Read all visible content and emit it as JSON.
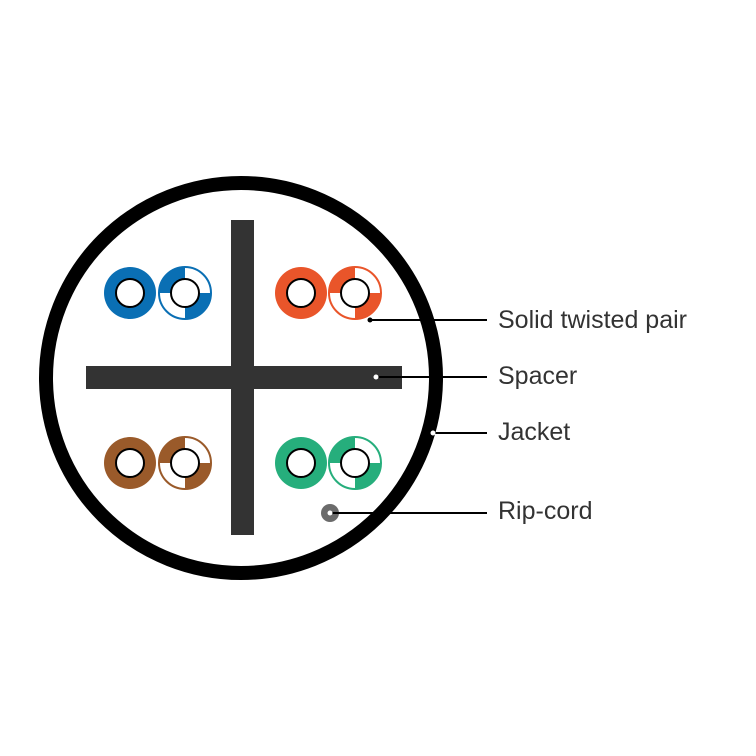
{
  "colors": {
    "jacket": "#000000",
    "spacer": "#333333",
    "label_text": "#333333",
    "rip_cord": "#6b6b6b",
    "conductor_core": "#ffffff"
  },
  "pairs": [
    {
      "name": "blue-pair",
      "color": "#0a6fb4"
    },
    {
      "name": "orange-pair",
      "color": "#e9552a"
    },
    {
      "name": "brown-pair",
      "color": "#9a5a2a"
    },
    {
      "name": "green-pair",
      "color": "#26ae7c"
    }
  ],
  "labels": {
    "pair": "Solid twisted pair",
    "spacer": "Spacer",
    "jacket": "Jacket",
    "rip_cord": "Rip-cord"
  }
}
